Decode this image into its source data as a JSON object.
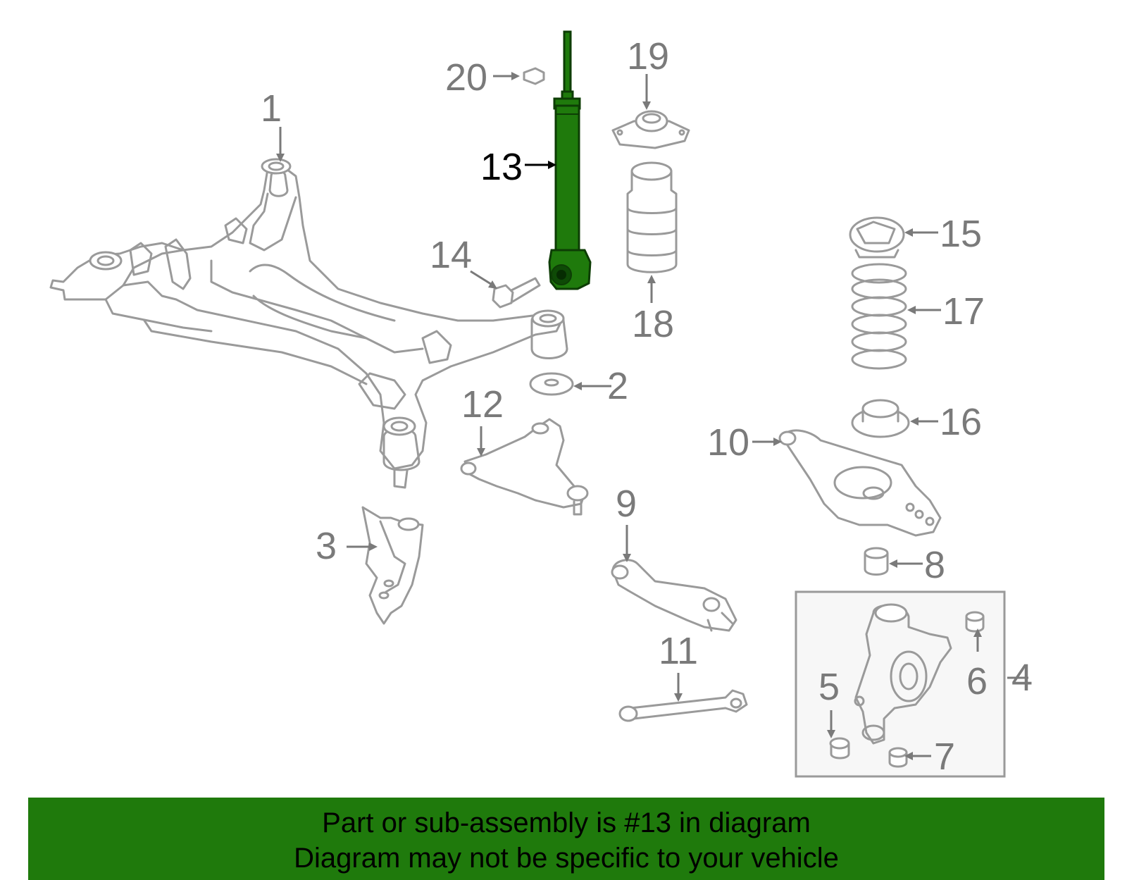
{
  "callouts": [
    {
      "id": "1",
      "label": "1"
    },
    {
      "id": "2",
      "label": "2"
    },
    {
      "id": "3",
      "label": "3"
    },
    {
      "id": "4",
      "label": "4"
    },
    {
      "id": "5",
      "label": "5"
    },
    {
      "id": "6",
      "label": "6"
    },
    {
      "id": "7",
      "label": "7"
    },
    {
      "id": "8",
      "label": "8"
    },
    {
      "id": "9",
      "label": "9"
    },
    {
      "id": "10",
      "label": "10"
    },
    {
      "id": "11",
      "label": "11"
    },
    {
      "id": "12",
      "label": "12"
    },
    {
      "id": "13",
      "label": "13"
    },
    {
      "id": "14",
      "label": "14"
    },
    {
      "id": "15",
      "label": "15"
    },
    {
      "id": "16",
      "label": "16"
    },
    {
      "id": "17",
      "label": "17"
    },
    {
      "id": "18",
      "label": "18"
    },
    {
      "id": "19",
      "label": "19"
    },
    {
      "id": "20",
      "label": "20"
    }
  ],
  "highlighted_part": "13",
  "colors": {
    "highlight": "#1f7a0c",
    "linework": "#9a9a9a",
    "banner": "#1f7a0c"
  },
  "banner": {
    "line1": "Part or sub-assembly is #13 in diagram",
    "line2": "Diagram may not be specific to your vehicle"
  }
}
